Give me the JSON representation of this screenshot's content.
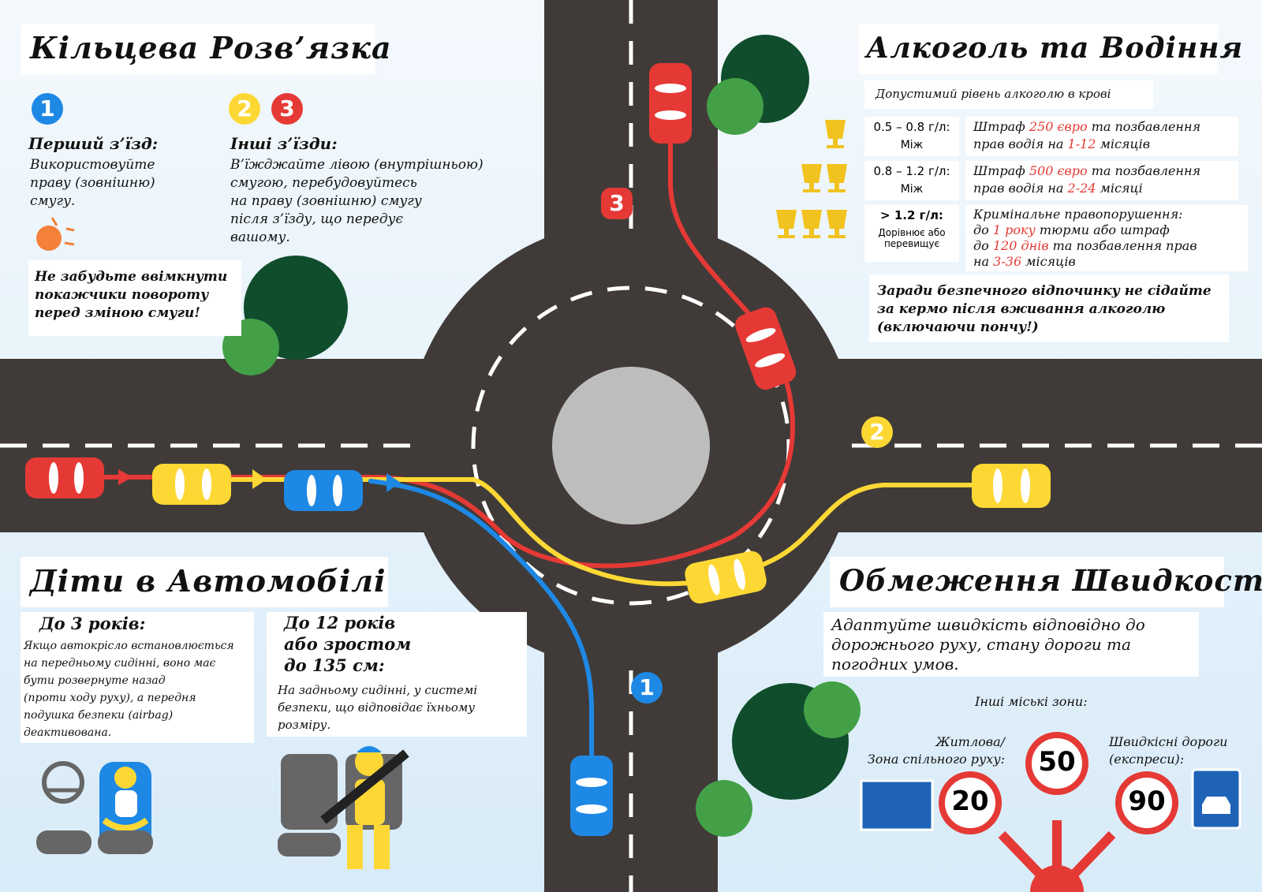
{
  "colors": {
    "road": "#403b38",
    "roundabout_center": "#bdbdbd",
    "red": "#e53935",
    "yellow": "#fdd835",
    "blue": "#1e88e5",
    "dark_green": "#0f4d2c",
    "light_green": "#43a047",
    "sky": "#e8f3fb"
  },
  "roundabout": {
    "title": "Кільцева Розв’язка",
    "first": {
      "badge": "1",
      "heading": "Перший з’їзд:",
      "text": "Використовуйте\nправу (зовнішню)\nсмугу."
    },
    "other": {
      "badge_a": "2",
      "badge_b": "3",
      "heading": "Інші з’їзди:",
      "text": "В’їжджайте лівою (внутрішньою)\nсмугою, перебудовуйтесь\nна праву (зовнішню) смугу\nпісля з’їзду, що передує\nвашому."
    },
    "reminder": "Не забудьте ввімкнути\nпокажчики повороту\nперед зміною смуги!",
    "road_badges": {
      "exit1": "1",
      "exit2": "2",
      "exit3": "3"
    }
  },
  "alcohol": {
    "title": "Алкоголь та Водіння",
    "subtitle": "Допустимий рівень алкоголю в крові",
    "rows": [
      {
        "level": "0.5 – 0.8 г/л:",
        "note": "Між",
        "fine_parts": [
          "Штраф ",
          "250 євро",
          " та позбавлення\nправ водія на ",
          "1-12",
          " місяців"
        ]
      },
      {
        "level": "0.8 – 1.2 г/л:",
        "note": "Між",
        "fine_parts": [
          "Штраф ",
          "500 євро",
          " та позбавлення\nправ водія на ",
          "2-24",
          " місяці"
        ]
      },
      {
        "level": "> 1.2 г/л:",
        "note": "Дорівнює або\nперевищує",
        "fine_parts": [
          "Кримінальне правопорушення:\nдо ",
          "1 року",
          " тюрми або штраф\nдо ",
          "120 днів",
          " та позбавлення прав\n на ",
          "3-36",
          " місяців"
        ]
      }
    ],
    "advice": "Заради безпечного відпочинку не сідайте\nза кермо після вживання алкоголю\n(включаючи пончу!)"
  },
  "children": {
    "title": "Діти в Автомобілі",
    "under3": {
      "heading": "До 3 років:",
      "text": "Якщо автокрісло встановлюється\nна передньому сидінні, воно має\nбути розвернуте назад\n(проти ходу руху), а передня\n подушка безпеки (airbag)\nдеактивована."
    },
    "under12": {
      "heading": "До 12 років\nабо зростом\n до 135 см:",
      "text": "На задньому сидінні, у системі\nбезпеки, що відповідає їхньому\nрозміру."
    }
  },
  "speed": {
    "title": "Обмеження Швидкості",
    "text": "Адаптуйте швидкість відповідно до\nдорожнього руху, стану дороги та\nпогодних умов.",
    "other_zones": "Інші міські зони:",
    "residential": "Житлова/\nЗона спільного руху:",
    "expressway": "Швидкісні дороги\n(експреси):",
    "limits": {
      "residential": "20",
      "city": "50",
      "expressway": "90"
    }
  }
}
